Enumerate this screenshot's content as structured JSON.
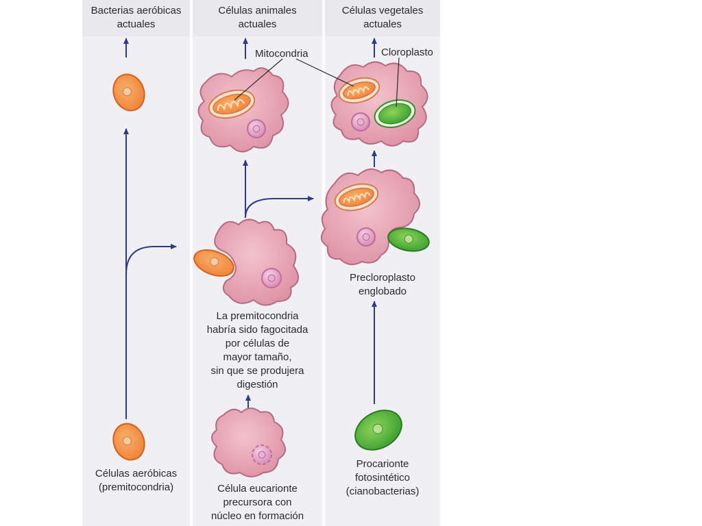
{
  "headers": {
    "bacteria": [
      "Bacterias aeróbicas",
      "actuales"
    ],
    "animal": [
      "Células animales",
      "actuales"
    ],
    "plant": [
      "Células vegetales",
      "actuales"
    ]
  },
  "labels": {
    "mitochondria": "Mitocondria",
    "chloroplast": "Cloroplasto"
  },
  "captions": {
    "aerobic": [
      "Células aeróbicas",
      "(premitocondria)"
    ],
    "phagocytosis": [
      "La premitocondria",
      "habría sido fagocitada",
      "por células de",
      "mayor tamaño,",
      "sin que se produjera",
      "digestión"
    ],
    "precursor": [
      "Célula eucarionte",
      "precursora con",
      "núcleo en formación"
    ],
    "prechloroplast": [
      "Precloroplasto",
      "englobado"
    ],
    "prokaryote": [
      "Procarionte",
      "fotosintético",
      "(cianobacterias)"
    ]
  },
  "colors": {
    "arrow": "#2e3a8c",
    "cell_fill": "#e9a3b3",
    "cell_stroke": "#a85a70",
    "mito_fill": "#f39a4a",
    "chloro_fill": "#4caf3a",
    "column_bg": "#f0eff3"
  }
}
